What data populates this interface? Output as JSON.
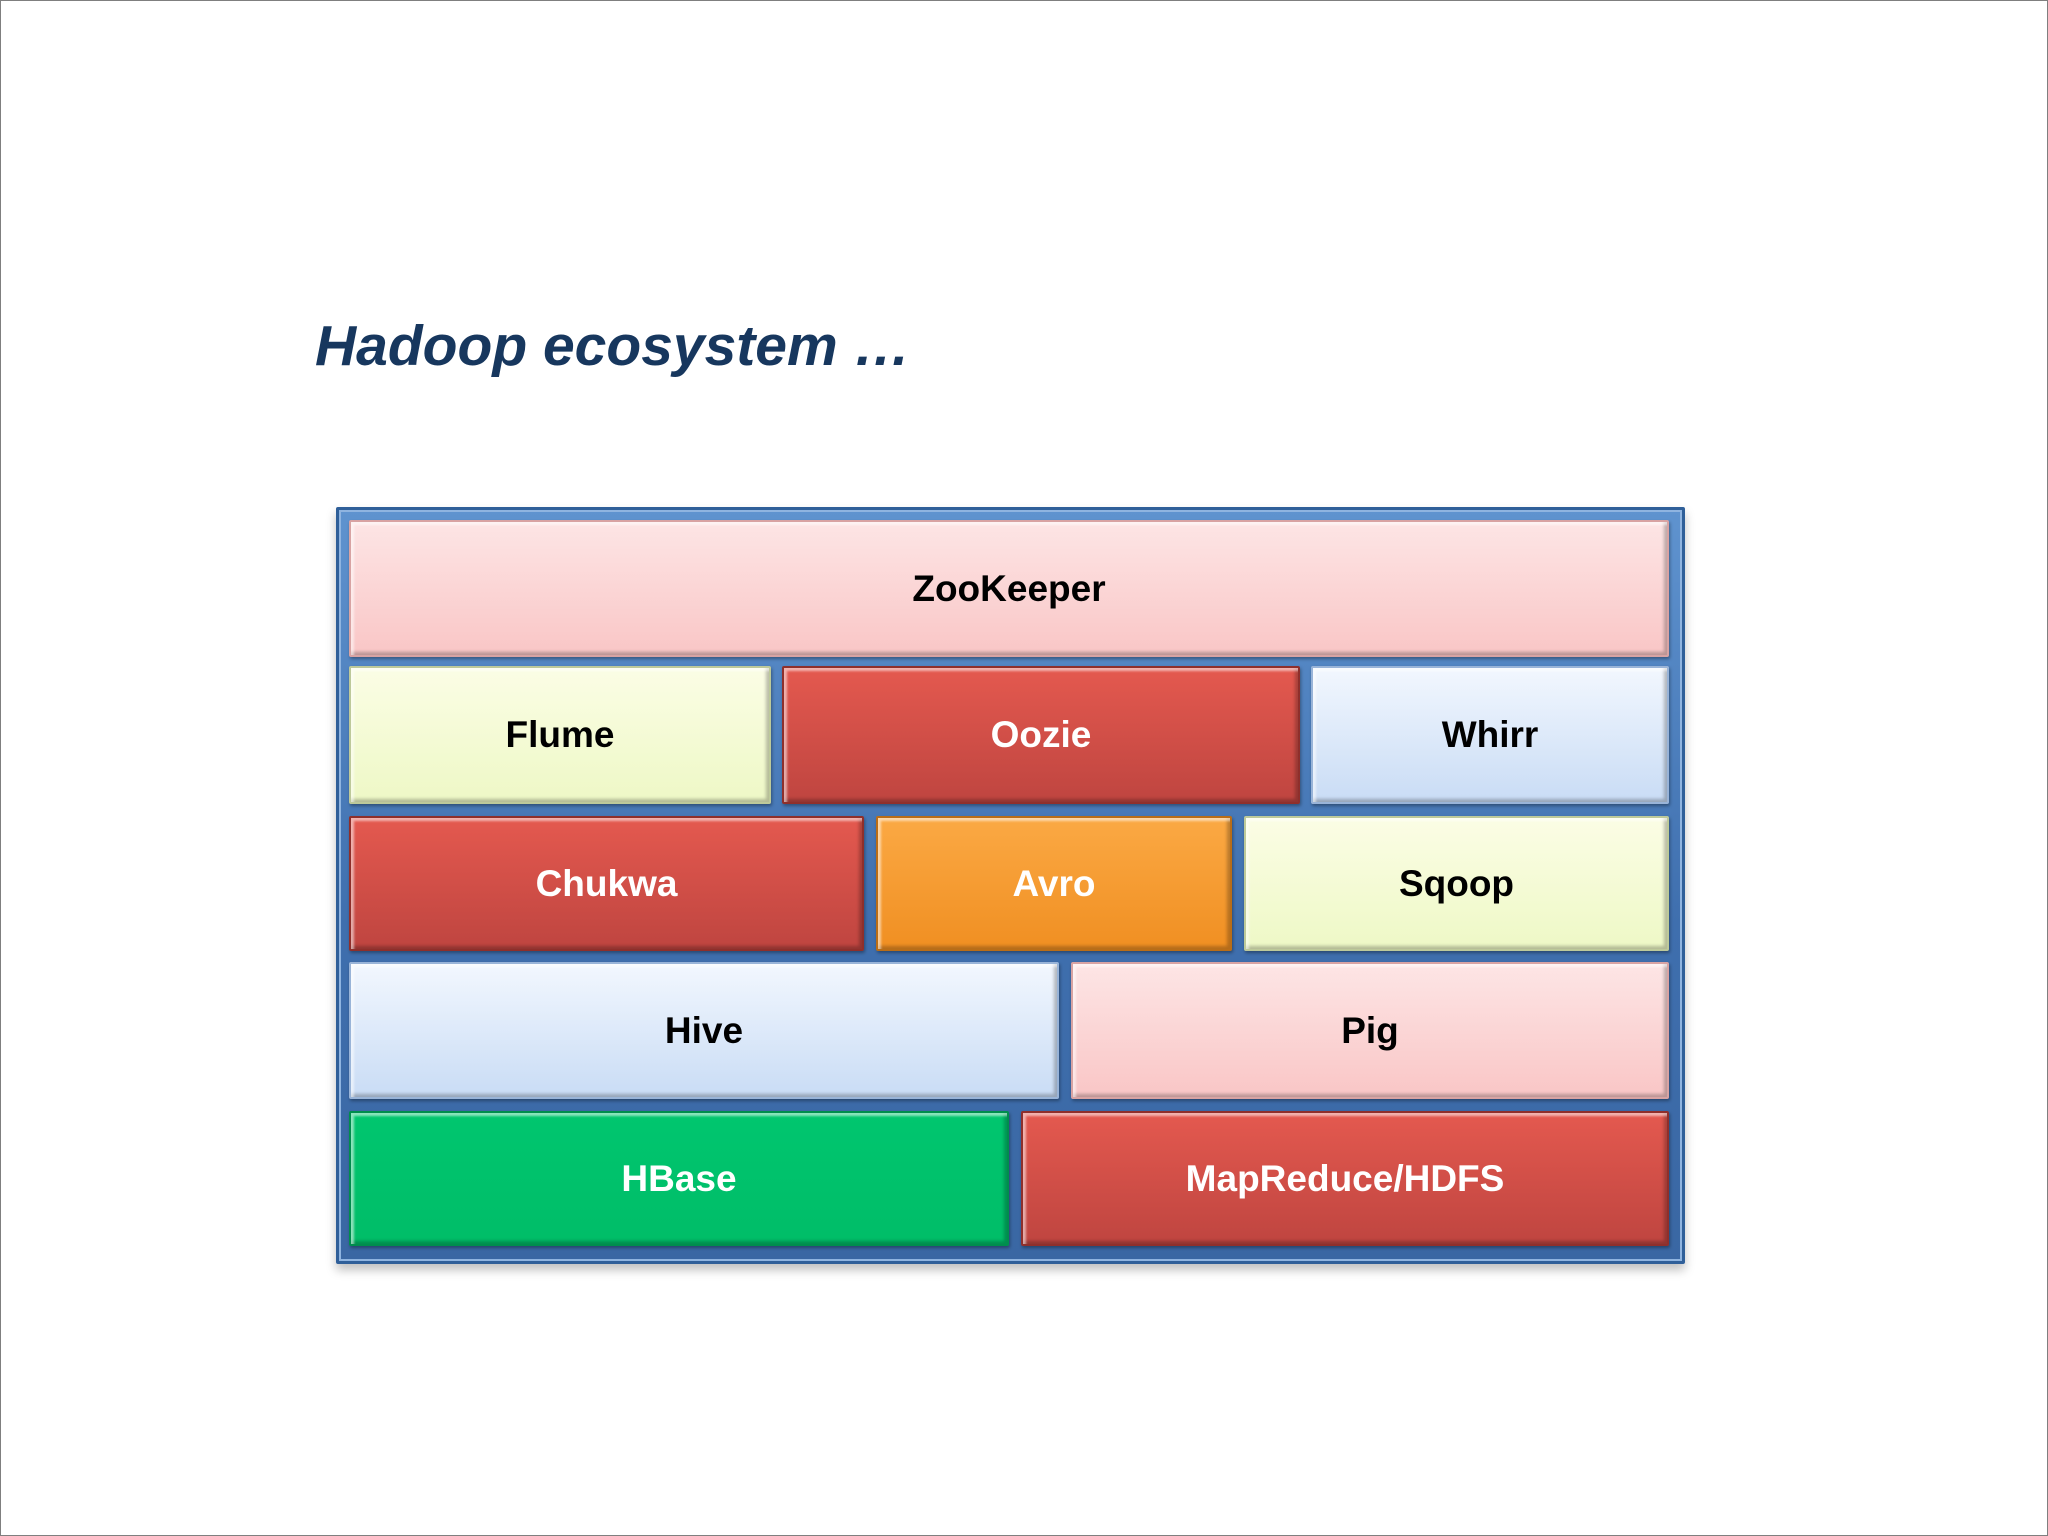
{
  "title": "Hadoop ecosystem …",
  "blocks": {
    "zookeeper": "ZooKeeper",
    "flume": "Flume",
    "oozie": "Oozie",
    "whirr": "Whirr",
    "chukwa": "Chukwa",
    "avro": "Avro",
    "sqoop": "Sqoop",
    "hive": "Hive",
    "pig": "Pig",
    "hbase": "HBase",
    "mapreduce_hdfs": "MapReduce/HDFS"
  },
  "colors": {
    "title": "#17375e",
    "frame": "#3f6fae",
    "pink": "#f9c6c6",
    "lime": "#eef8c6",
    "red": "#cf4b44",
    "blue": "#c9dcf5",
    "orange": "#f79a2e",
    "green": "#00c16b"
  }
}
